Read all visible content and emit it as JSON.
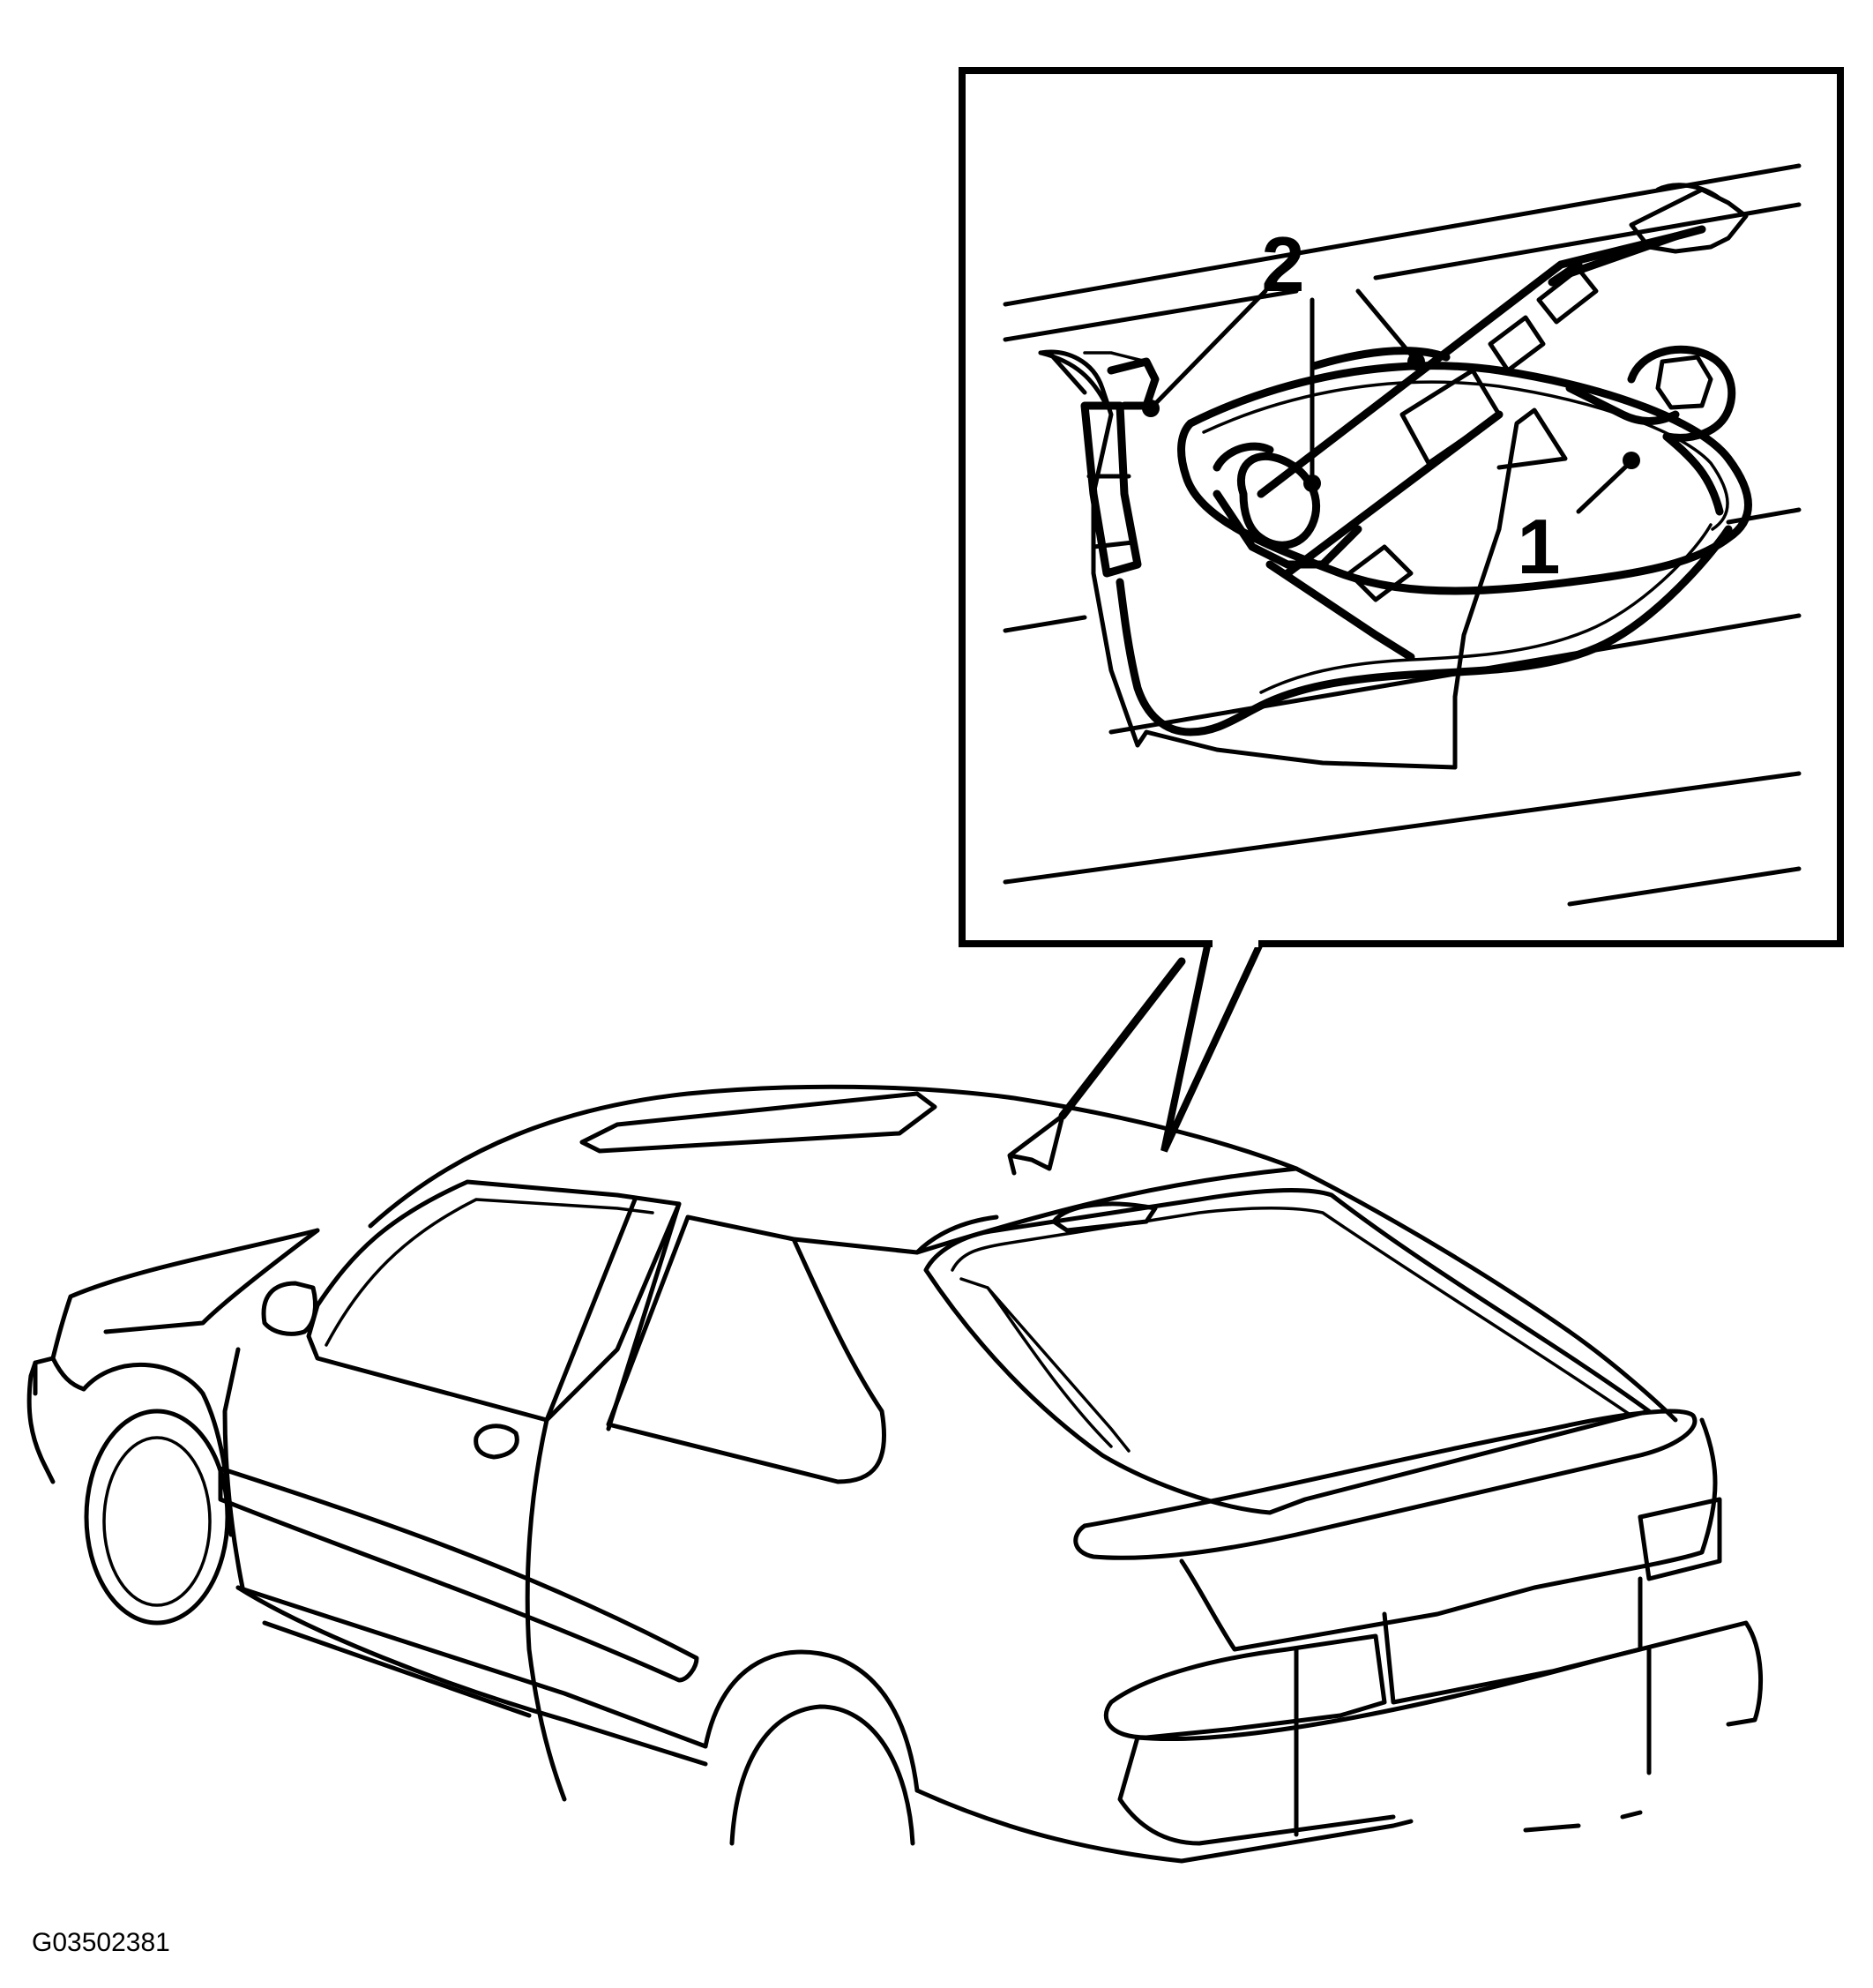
{
  "figure": {
    "id": "G03502381",
    "callouts": [
      {
        "number": "1"
      },
      {
        "number": "2"
      }
    ]
  },
  "colors": {
    "line": "#000000",
    "background": "#ffffff"
  }
}
